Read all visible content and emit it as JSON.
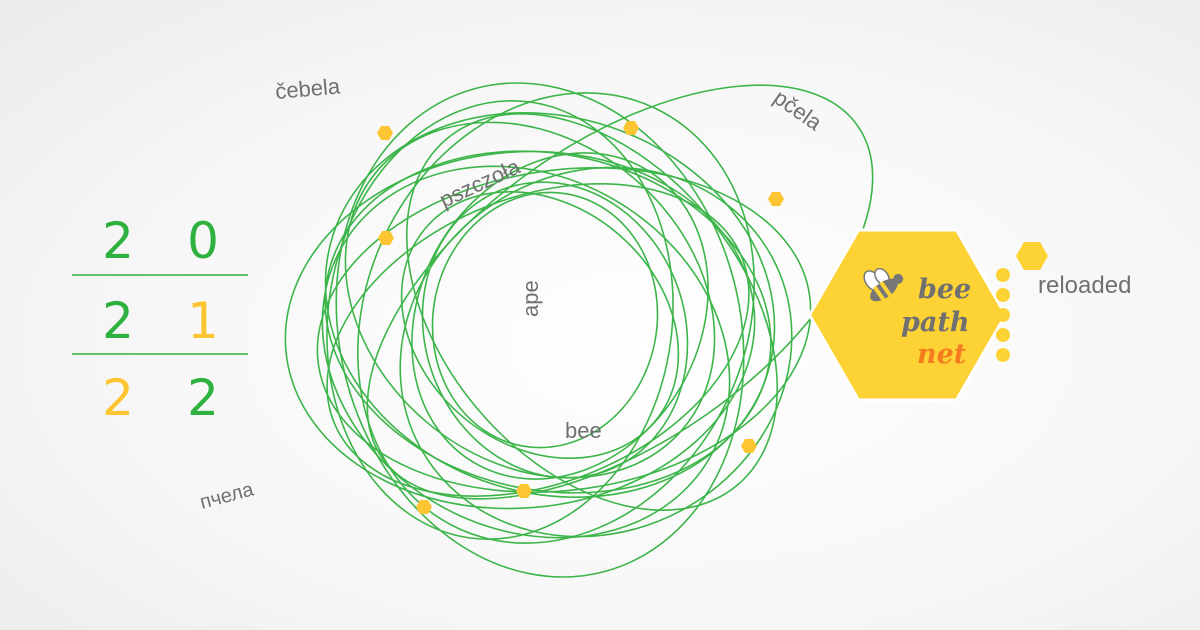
{
  "colors": {
    "green": "#2eb13e",
    "ring_green": "#3db54a",
    "yellow": "#fcc531",
    "badge_yellow": "#fdd235",
    "text_grey": "#707070",
    "logo_grey": "#777777",
    "logo_orange": "#f47b20"
  },
  "year_grid": {
    "rows": [
      [
        "2",
        "0"
      ],
      [
        "2",
        "1"
      ],
      [
        "2",
        "2"
      ]
    ],
    "digit_colors": [
      [
        "green",
        "green"
      ],
      [
        "green",
        "yellow"
      ],
      [
        "yellow",
        "green"
      ]
    ]
  },
  "words": {
    "cebela": "čebela",
    "pszczola": "pszczoła",
    "pcela": "pčela",
    "ape": "ape",
    "bee": "bee",
    "pchela": "пчела"
  },
  "logo": {
    "line1": "bee",
    "line2": "path",
    "line3": "net",
    "icon": "bee-icon"
  },
  "reloaded": "reloaded"
}
